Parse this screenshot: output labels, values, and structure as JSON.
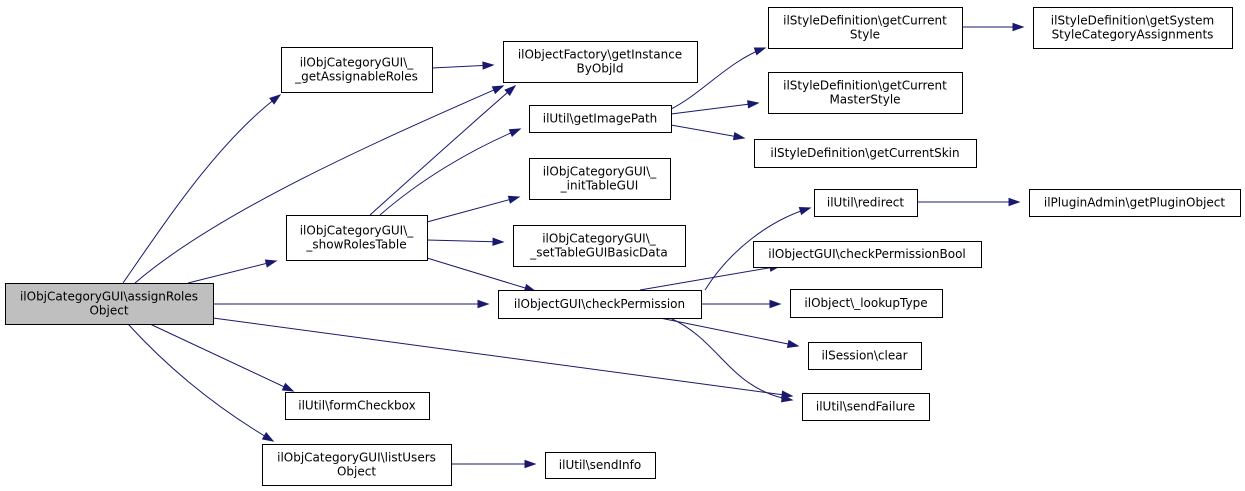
{
  "colors": {
    "edge": "#191970",
    "node_border": "#000000",
    "root_fill": "#bfbfbf",
    "node_fill": "#ffffff"
  },
  "nodes": [
    {
      "id": "root",
      "lines": [
        "ilObjCategoryGUI\\assignRoles",
        "Object"
      ],
      "highlighted": true
    },
    {
      "id": "getAssignableRoles",
      "lines": [
        "ilObjCategoryGUI\\_",
        "_getAssignableRoles"
      ]
    },
    {
      "id": "showRolesTable",
      "lines": [
        "ilObjCategoryGUI\\_",
        "_showRolesTable"
      ]
    },
    {
      "id": "getInstanceByObjId",
      "lines": [
        "ilObjectFactory\\getInstance",
        "ByObjId"
      ]
    },
    {
      "id": "getImagePath",
      "lines": [
        "ilUtil\\getImagePath"
      ]
    },
    {
      "id": "initTableGUI",
      "lines": [
        "ilObjCategoryGUI\\_",
        "_initTableGUI"
      ]
    },
    {
      "id": "setTableGUIBasicData",
      "lines": [
        "ilObjCategoryGUI\\_",
        "_setTableGUIBasicData"
      ]
    },
    {
      "id": "checkPermission",
      "lines": [
        "ilObjectGUI\\checkPermission"
      ]
    },
    {
      "id": "formCheckbox",
      "lines": [
        "ilUtil\\formCheckbox"
      ]
    },
    {
      "id": "listUsersObject",
      "lines": [
        "ilObjCategoryGUI\\listUsers",
        "Object"
      ]
    },
    {
      "id": "sendInfo",
      "lines": [
        "ilUtil\\sendInfo"
      ]
    },
    {
      "id": "getCurrentStyle",
      "lines": [
        "ilStyleDefinition\\getCurrent",
        "Style"
      ]
    },
    {
      "id": "getCurrentMasterStyle",
      "lines": [
        "ilStyleDefinition\\getCurrent",
        "MasterStyle"
      ]
    },
    {
      "id": "getCurrentSkin",
      "lines": [
        "ilStyleDefinition\\getCurrentSkin"
      ]
    },
    {
      "id": "getSystemStyleCategoryAssignments",
      "lines": [
        "ilStyleDefinition\\getSystem",
        "StyleCategoryAssignments"
      ]
    },
    {
      "id": "redirect",
      "lines": [
        "ilUtil\\redirect"
      ]
    },
    {
      "id": "checkPermissionBool",
      "lines": [
        "ilObjectGUI\\checkPermissionBool"
      ]
    },
    {
      "id": "lookupType",
      "lines": [
        "ilObject\\_lookupType"
      ]
    },
    {
      "id": "sessionClear",
      "lines": [
        "ilSession\\clear"
      ]
    },
    {
      "id": "sendFailure",
      "lines": [
        "ilUtil\\sendFailure"
      ]
    },
    {
      "id": "getPluginObject",
      "lines": [
        "ilPluginAdmin\\getPluginObject"
      ]
    }
  ],
  "edges": [
    {
      "from": "root",
      "to": "getAssignableRoles"
    },
    {
      "from": "root",
      "to": "getInstanceByObjId"
    },
    {
      "from": "root",
      "to": "showRolesTable"
    },
    {
      "from": "root",
      "to": "checkPermission"
    },
    {
      "from": "root",
      "to": "sendFailure"
    },
    {
      "from": "root",
      "to": "formCheckbox"
    },
    {
      "from": "root",
      "to": "listUsersObject"
    },
    {
      "from": "getAssignableRoles",
      "to": "getInstanceByObjId"
    },
    {
      "from": "showRolesTable",
      "to": "getInstanceByObjId"
    },
    {
      "from": "showRolesTable",
      "to": "getImagePath"
    },
    {
      "from": "showRolesTable",
      "to": "initTableGUI"
    },
    {
      "from": "showRolesTable",
      "to": "setTableGUIBasicData"
    },
    {
      "from": "showRolesTable",
      "to": "checkPermission"
    },
    {
      "from": "getImagePath",
      "to": "getCurrentStyle"
    },
    {
      "from": "getImagePath",
      "to": "getCurrentMasterStyle"
    },
    {
      "from": "getImagePath",
      "to": "getCurrentSkin"
    },
    {
      "from": "getCurrentStyle",
      "to": "getSystemStyleCategoryAssignments"
    },
    {
      "from": "checkPermission",
      "to": "redirect"
    },
    {
      "from": "checkPermission",
      "to": "checkPermissionBool"
    },
    {
      "from": "checkPermission",
      "to": "lookupType"
    },
    {
      "from": "checkPermission",
      "to": "sessionClear"
    },
    {
      "from": "checkPermission",
      "to": "sendFailure"
    },
    {
      "from": "redirect",
      "to": "getPluginObject"
    },
    {
      "from": "listUsersObject",
      "to": "sendInfo"
    }
  ]
}
